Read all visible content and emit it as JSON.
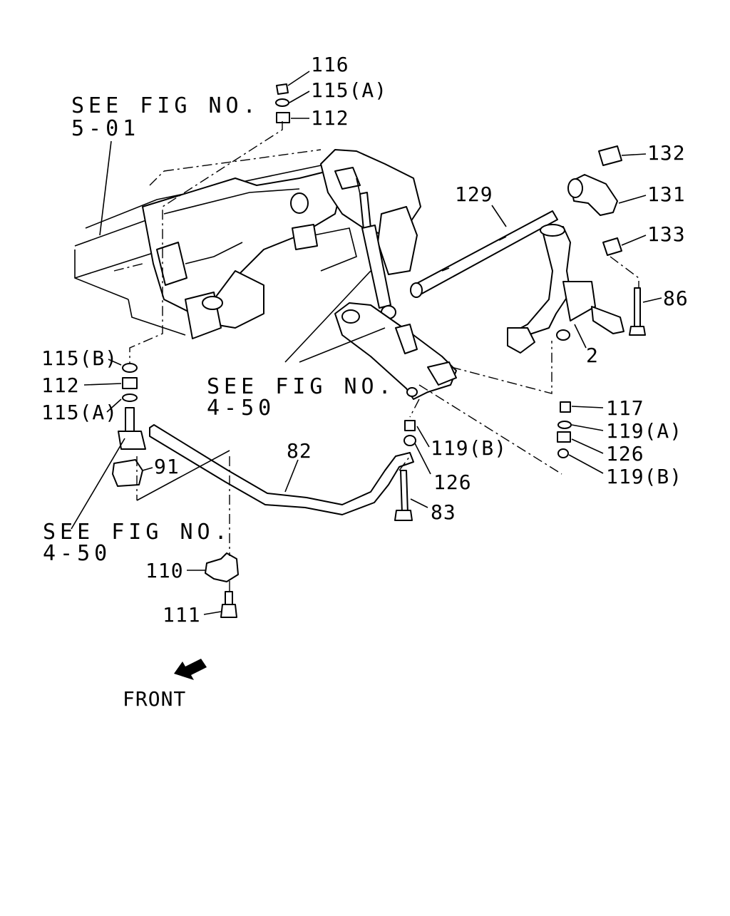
{
  "diagram": {
    "reference_notes": {
      "fig_5_01": {
        "line1": "SEE FIG NO.",
        "line2": "5-01"
      },
      "fig_4_50_center": {
        "line1": "SEE FIG NO.",
        "line2": "4-50"
      },
      "fig_4_50_left": {
        "line1": "SEE FIG NO.",
        "line2": "4-50"
      }
    },
    "callouts": {
      "p116": "116",
      "p115a_top": "115(A)",
      "p112_top": "112",
      "p132": "132",
      "p129": "129",
      "p131": "131",
      "p133": "133",
      "p86": "86",
      "p2": "2",
      "p115b": "115(B)",
      "p112_left": "112",
      "p115a_left": "115(A)",
      "p91": "91",
      "p82": "82",
      "p119b_mid": "119(B)",
      "p126_mid": "126",
      "p83": "83",
      "p117": "117",
      "p119a": "119(A)",
      "p126_right": "126",
      "p119b_right": "119(B)",
      "p110": "110",
      "p111": "111"
    },
    "direction_label": "FRONT",
    "icons": {
      "front_arrow": "front-direction-arrow-icon"
    }
  }
}
